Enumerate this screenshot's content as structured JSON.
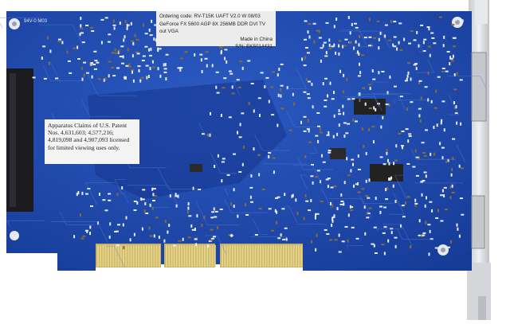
{
  "image": {
    "label_top_lines": [
      "Ordering code: RV-T15K UAFT   V2.0   W 08/03",
      "GeForce FX 5600 AGP 8X 256MB DDR DVI TV out  VGA",
      "Made in China",
      "S/N: EK5014431"
    ],
    "patent_lines": [
      "Apparatus Claims of U.S. Patent",
      "Nos. 4,631,603; 4,577,216;",
      "4,819,098 and 4,907,093 licensed",
      "for limited viewing uses only."
    ],
    "silk_text": "94V-0 M03",
    "colors": {
      "pcb": "#1e44a8",
      "pcb_dark": "#0f2a78",
      "silk": "#e6ecf6",
      "gold": "#d8c070",
      "bracket": "#dcdde0"
    }
  }
}
